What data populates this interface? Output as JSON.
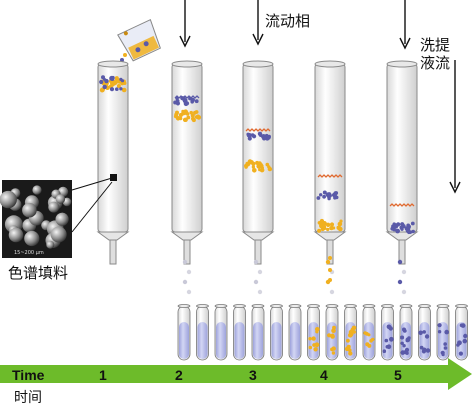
{
  "labels": {
    "mobile_phase": "流动相",
    "eluent_line1": "洗提",
    "eluent_line2": "液流",
    "packing": "色谱填料",
    "time_en": "Time",
    "time_zh": "时间",
    "micrograph_scale": "15~200 μm"
  },
  "timeline": {
    "steps": [
      "1",
      "2",
      "3",
      "4",
      "5"
    ],
    "arrow_color": "#6dbb2a"
  },
  "colors": {
    "tube_fill": "#f2f2f2",
    "tube_stroke": "#8a8a8a",
    "orange_particles": "#f0b020",
    "blue_particles": "#5a5aa8",
    "collection_liquid": "#b9bde8"
  },
  "icons": [
    "pouring-beaker-icon",
    "down-arrow-icon",
    "micrograph-icon"
  ]
}
